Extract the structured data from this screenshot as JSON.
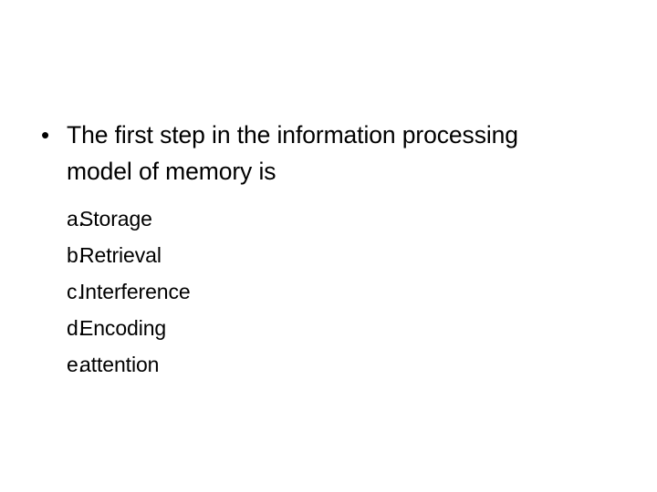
{
  "slide": {
    "background_color": "#ffffff",
    "text_color": "#000000",
    "question": {
      "bullet_glyph": "•",
      "text": "The first step in the information processing model of memory is"
    },
    "options": [
      {
        "marker": "a.",
        "label": "Storage"
      },
      {
        "marker": "b.",
        "label": "Retrieval"
      },
      {
        "marker": "c.",
        "label": "Interference"
      },
      {
        "marker": "d.",
        "label": "Encoding"
      },
      {
        "marker": "e.",
        "label": "attention"
      }
    ]
  }
}
